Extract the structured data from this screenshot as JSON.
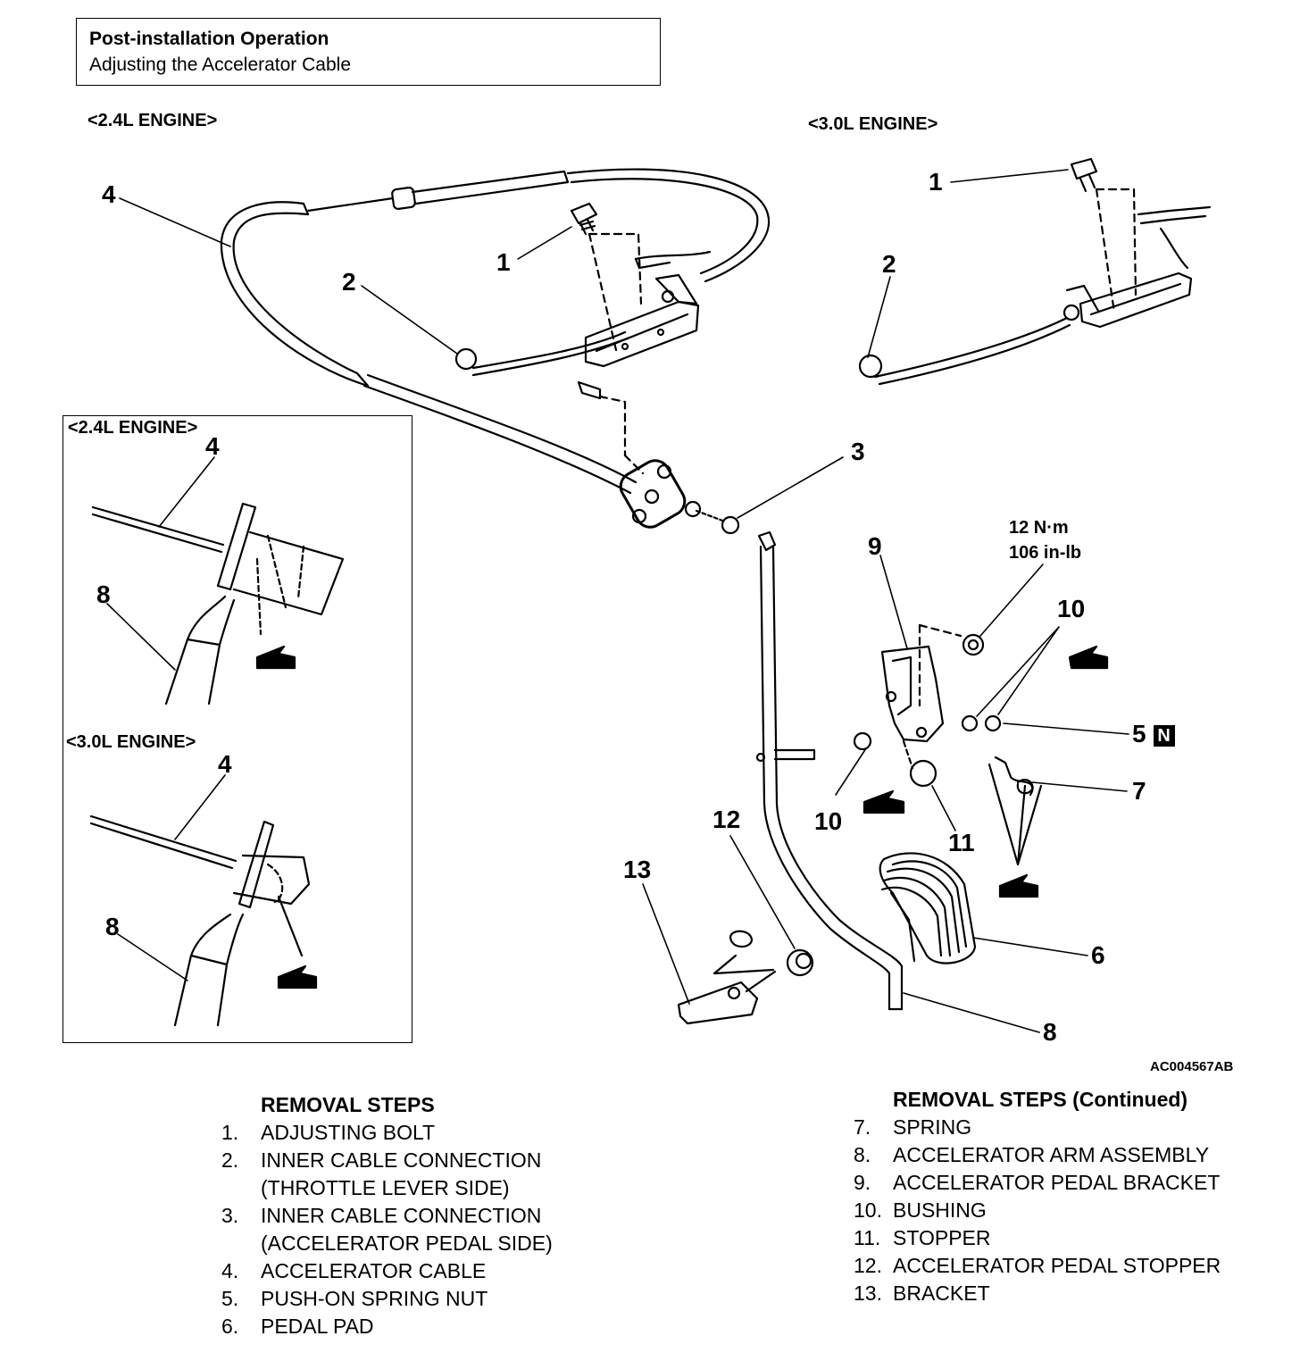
{
  "note": {
    "title": "Post-installation Operation",
    "subtitle": "Adjusting the Accelerator Cable"
  },
  "engine_labels": {
    "main_24": "<2.4L ENGINE>",
    "main_30": "<3.0L ENGINE>",
    "inset_24": "<2.4L ENGINE>",
    "inset_30": "<3.0L ENGINE>"
  },
  "callouts": {
    "c1a": "1",
    "c1b": "1",
    "c2a": "2",
    "c2b": "2",
    "c3": "3",
    "c4": "4",
    "c5": "5",
    "c5_badge": "N",
    "c6": "6",
    "c7": "7",
    "c8": "8",
    "c9": "9",
    "c10a": "10",
    "c10b": "10",
    "c11": "11",
    "c12": "12",
    "c13": "13",
    "inset_c4a": "4",
    "inset_c8a": "8",
    "inset_c4b": "4",
    "inset_c8b": "8"
  },
  "torque": {
    "line1": "12 N·m",
    "line2": "106 in-lb"
  },
  "figure_id": "AC004567AB",
  "removal_steps": {
    "heading": "REMOVAL STEPS",
    "items": [
      {
        "num": "1.",
        "text": "ADJUSTING BOLT"
      },
      {
        "num": "2.",
        "text": "INNER CABLE CONNECTION",
        "cont": "(THROTTLE LEVER SIDE)"
      },
      {
        "num": "3.",
        "text": "INNER CABLE CONNECTION",
        "cont": "(ACCELERATOR PEDAL SIDE)"
      },
      {
        "num": "4.",
        "text": "ACCELERATOR CABLE"
      },
      {
        "num": "5.",
        "text": "PUSH-ON SPRING NUT"
      },
      {
        "num": "6.",
        "text": "PEDAL PAD"
      }
    ]
  },
  "removal_steps_continued": {
    "heading": "REMOVAL STEPS (Continued)",
    "items": [
      {
        "num": "7.",
        "text": "SPRING"
      },
      {
        "num": "8.",
        "text": "ACCELERATOR ARM ASSEMBLY"
      },
      {
        "num": "9.",
        "text": "ACCELERATOR PEDAL BRACKET"
      },
      {
        "num": "10.",
        "text": "BUSHING"
      },
      {
        "num": "11.",
        "text": "STOPPER"
      },
      {
        "num": "12.",
        "text": "ACCELERATOR PEDAL STOPPER"
      },
      {
        "num": "13.",
        "text": "BRACKET"
      }
    ]
  }
}
